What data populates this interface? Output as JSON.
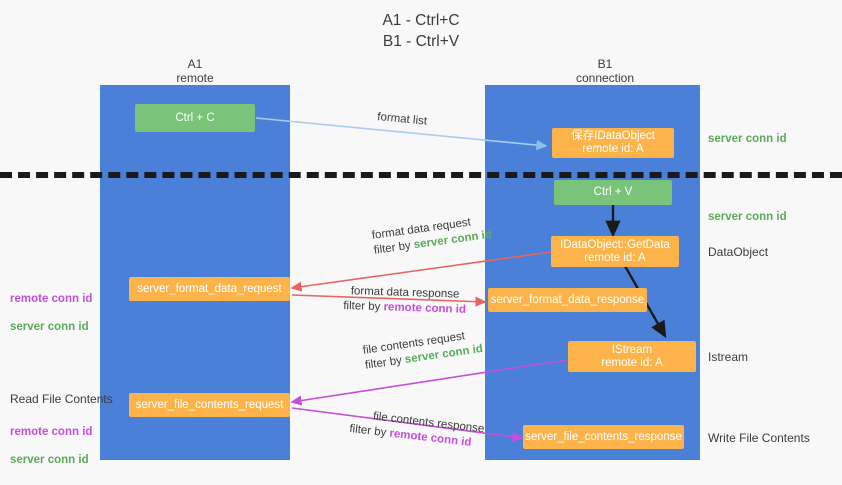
{
  "title": "A1 - Ctrl+C\nB1 - Ctrl+V",
  "columns": {
    "left": {
      "name": "A1",
      "role": "remote",
      "label": "A1\nremote"
    },
    "right": {
      "name": "B1",
      "role": "connection",
      "label": "B1\nconnection"
    }
  },
  "colors": {
    "lane": "#4a80d8",
    "green_node": "#7ac479",
    "orange_node": "#fcb44a",
    "background": "#f8f8f8",
    "divider": "#1a1a1a",
    "arrow_blue": "#a8cdf0",
    "arrow_red": "#e8645f",
    "arrow_magenta": "#c44fd8",
    "arrow_black": "#1a1a1a",
    "server_conn_text": "#5aaa5a",
    "remote_conn_text": "#c44fd8"
  },
  "nodes": {
    "ctrl_c": "Ctrl + C",
    "ctrl_v": "Ctrl + V",
    "save_idataobject": "保存IDataObject\nremote id: A",
    "idataobject_getdata": "IDataObject::GetData\nremote id: A",
    "istream": "IStream\nremote id: A",
    "server_format_data_request": "server_format_data_request",
    "server_format_data_response": "server_format_data_response",
    "server_file_contents_request": "server_file_contents_request",
    "server_file_contents_response": "server_file_contents_response"
  },
  "right_labels": {
    "server_conn_id_top": "server conn id",
    "server_conn_id_mid": "server conn id",
    "dataobject": "DataObject",
    "istream": "Istream",
    "write_file_contents": "Write File Contents"
  },
  "left_labels": {
    "format_conn_ids": "remote conn id\nserver conn id",
    "read_file_contents": "Read File Contents",
    "file_conn_ids": "remote conn id\nserver conn id"
  },
  "edges": [
    {
      "id": "format-list",
      "label": "format list",
      "filter_prefix": "",
      "filter_value": "",
      "color": "#a8cdf0"
    },
    {
      "id": "format-data-request",
      "label": "format data request",
      "filter_prefix": "filter by ",
      "filter_value": "server conn id",
      "filter_color": "#5aaa5a",
      "color": "#e8645f"
    },
    {
      "id": "format-data-response",
      "label": "format data response",
      "filter_prefix": "filter by ",
      "filter_value": "remote conn id",
      "filter_color": "#c44fd8",
      "color": "#e8645f"
    },
    {
      "id": "file-contents-request",
      "label": "file contents request",
      "filter_prefix": "filter by ",
      "filter_value": "server conn id",
      "filter_color": "#5aaa5a",
      "color": "#c44fd8"
    },
    {
      "id": "file-contents-response",
      "label": "file contents response",
      "filter_prefix": "filter by ",
      "filter_value": "remote conn id",
      "filter_color": "#c44fd8",
      "color": "#c44fd8"
    }
  ]
}
